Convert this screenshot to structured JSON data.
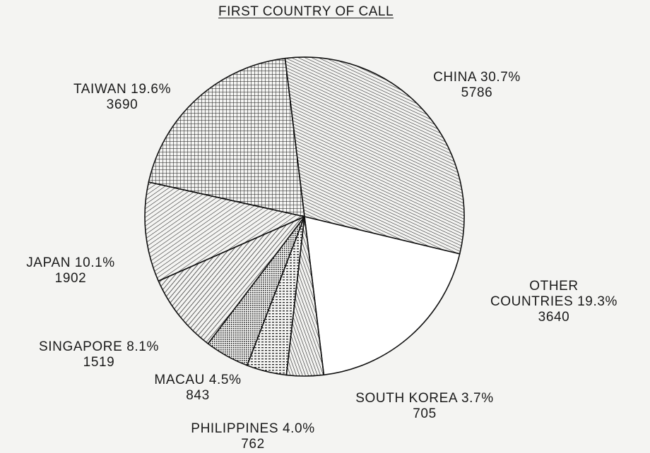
{
  "chart_data": {
    "type": "pie",
    "title": "FIRST COUNTRY OF CALL",
    "slices": [
      {
        "key": "china",
        "name": "CHINA",
        "percent_label": "30.7%",
        "value": 5786,
        "pattern": "diag-dense"
      },
      {
        "key": "other",
        "name": "OTHER COUNTRIES",
        "percent_label": "19.3%",
        "value": 3640,
        "pattern": "blank"
      },
      {
        "key": "skorea",
        "name": "SOUTH KOREA",
        "percent_label": "3.7%",
        "value": 705,
        "pattern": "vertical"
      },
      {
        "key": "philippines",
        "name": "PHILIPPINES",
        "percent_label": "4.0%",
        "value": 762,
        "pattern": "dots"
      },
      {
        "key": "macau",
        "name": "MACAU",
        "percent_label": "4.5%",
        "value": 843,
        "pattern": "dots-fine"
      },
      {
        "key": "singapore",
        "name": "SINGAPORE",
        "percent_label": "8.1%",
        "value": 1519,
        "pattern": "diag-coarse"
      },
      {
        "key": "japan",
        "name": "JAPAN",
        "percent_label": "10.1%",
        "value": 1902,
        "pattern": "diag-light"
      },
      {
        "key": "taiwan",
        "name": "TAIWAN",
        "percent_label": "19.6%",
        "value": 3690,
        "pattern": "grid"
      }
    ]
  },
  "labels": {
    "taiwan": {
      "line1": "TAIWAN 19.6%",
      "line2": "3690"
    },
    "china": {
      "line1": "CHINA 30.7%",
      "line2": "5786"
    },
    "japan": {
      "line1": "JAPAN 10.1%",
      "line2": "1902"
    },
    "other": {
      "line1": "OTHER",
      "line2": "COUNTRIES 19.3%",
      "line3": "3640"
    },
    "singapore": {
      "line1": "SINGAPORE 8.1%",
      "line2": "1519"
    },
    "macau": {
      "line1": "MACAU 4.5%",
      "line2": "843"
    },
    "skorea": {
      "line1": "SOUTH KOREA 3.7%",
      "line2": "705"
    },
    "philippines": {
      "line1": "PHILIPPINES 4.0%",
      "line2": "762"
    }
  }
}
